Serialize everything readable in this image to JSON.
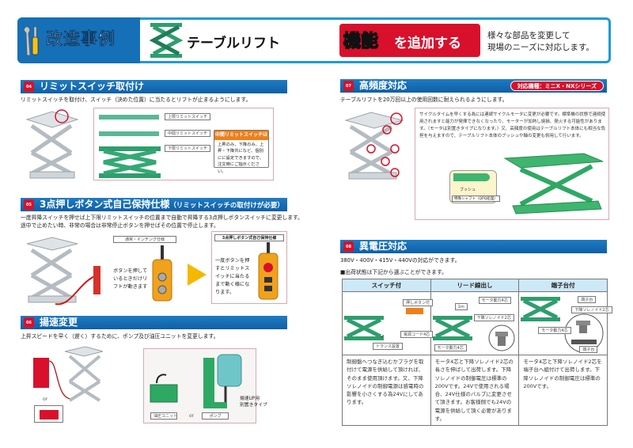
{
  "header": {
    "title": "改造事例",
    "subtitle": "テーブルリフト",
    "feature_strong": "機能",
    "feature_rest": "を追加する",
    "description_line1": "様々な部品を変更して",
    "description_line2": "現場のニーズに対応します。"
  },
  "sections": {
    "s04": {
      "number": "04",
      "title": "リミットスイッチ取付け",
      "description": "リミットスイッチを取付け、スイッチ（決めた位置）に当たるとリフトが止まるようにします。",
      "labels": [
        "上限リミットスイッチ",
        "中間リミットスイッチ",
        "下限リミットスイッチ"
      ],
      "note_title": "中間リミットスイッチは",
      "note_body": "上昇のみ、下降のみ、上昇・下降共になど、個別にに設定できますので、注文時にご指示ください。"
    },
    "s05": {
      "number": "05",
      "title": "3点押しボタン式自己保持仕様",
      "title_note": "（リミットスイッチの取付けが必要）",
      "description_line1": "一度昇降スイッチを押せば上下限リミットスイッチの位置まで自動で昇降する3点押しボタンスイッチに変更します。",
      "description_line2": "途中で止めたい時、非常の場合は非常停止ボタンを押せばその位置で停止します。",
      "normal_label": "通常・インチング仕様",
      "normal_text": "ボタンを押しているときだけリフトが動きます",
      "new_label": "3点押しボタン式自己保持仕様",
      "new_text": "一度ボタンを押すとリミットスイッチに当たるまで動く様になります。"
    },
    "s06": {
      "number": "06",
      "title": "揚速変更",
      "description": "上昇スピードを早く（遅く）するために、ポンプ及び油圧ユニットを変更します。",
      "or_left": "or",
      "unit_label": "油圧ユニット",
      "or_mid": "or",
      "pump_label": "ポンプ",
      "pump_note_line1": "揚速UP用",
      "pump_note_line2": "別置きタイプ"
    },
    "s07": {
      "number": "07",
      "title": "高頻度対応",
      "models_pill": "対応機種：ミニX・NXシリーズ",
      "description": "テーブルリフトを20万回以上の使用回数に耐えられるようにします。",
      "box_text": "サイクルタイムを早くする為には連続サイクルモータに変更が必要です。標準機の状態で連続使用されますと能力が発揮できなくなったり、モーターが加熱し焼損、発火する可能性があります。（モータは別置きタイプになります。）又、高頻度の使用はテーブルリフト本体にも相当な負担を与えますので、テーブルリフト本体のブッシュや軸の変更も併用して行います。",
      "bush_label": "ブッシュ",
      "shaft_label": "特殊シャフト（QPQ処理）"
    },
    "s08": {
      "number": "08",
      "title": "異電圧対応",
      "description": "380V・400V・415V・440Vの対応ができます。",
      "subheading": "■出荷状態は下記から選ぶことができます。",
      "columns": [
        {
          "header": "スイッチ付",
          "diagram_labels": [
            "押しボタン付",
            "電源コード4芯",
            "トランス設置"
          ],
          "text": "制御盤へつなぎ込むかプラグを取付けて電源を供給して頂ければ、そのまま使用頂けます。又、下降ソレノイドの制御電源は感電時の影響を小さくする為24Vにしてあります。"
        },
        {
          "header": "リード線出し",
          "diagram_labels": [
            "1m",
            "モータ動力4芯",
            "下降ソレノイド2芯",
            "モータ動力4芯"
          ],
          "text": "モータ4芯と下降ソレノイド2芯の長さを伸ばして出荷します。下降ソレノイドの制御電圧は標準の200Vです。24Vで使用される場合、24V仕様のバルブに変更させて頂きます。お客様側でも24Vの電源を供給して頂く必要があります。"
        },
        {
          "header": "端子台付",
          "diagram_labels": [
            "端子台",
            "下降ソレノイド2芯",
            "モータ動力4芯",
            "端子台"
          ],
          "text": "モータ4芯と下降ソレノイド2芯を端子台へ組付けて出荷します。下降ソレノイドの制御電圧は標準の200Vです。"
        }
      ]
    }
  },
  "colors": {
    "brand_blue": "#1570b8",
    "frame_blue": "#1e9ad6",
    "accent_red": "#d8102b",
    "lift_green": "#2e9e6e",
    "note_orange": "#ef7f1a",
    "table_header": "#cde8f7"
  }
}
